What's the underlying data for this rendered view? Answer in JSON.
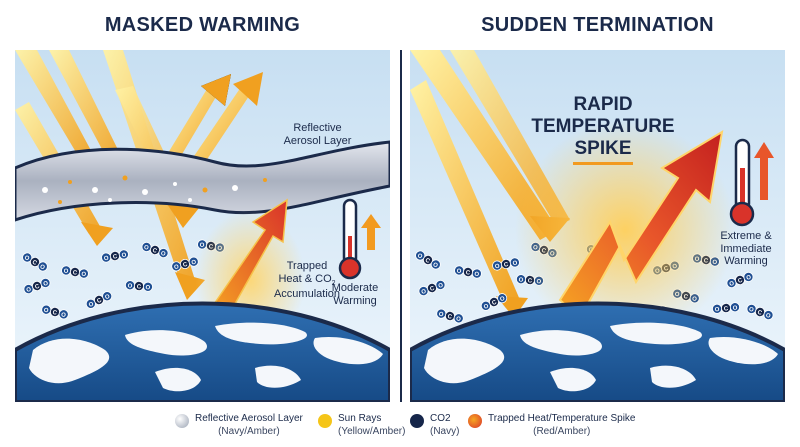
{
  "left_panel": {
    "title": "MASKED WARMING",
    "aerosol_label_1": "Reflective",
    "aerosol_label_2": "Aerosol Layer",
    "trapped_1": "Trapped",
    "trapped_2": "Heat & CO",
    "trapped_sub": "2",
    "trapped_3": "Accumulation",
    "moderate_1": "Moderate",
    "moderate_2": "Warming",
    "co2_glyph_c": "C",
    "co2_glyph_o": "O"
  },
  "right_panel": {
    "title": "SUDDEN TERMINATION",
    "spike_1": "RAPID",
    "spike_2": "TEMPERATURE",
    "spike_3": "SPIKE",
    "extreme_1": "Extreme &",
    "extreme_2": "Immediate",
    "extreme_3": "Warming"
  },
  "legend": [
    {
      "label": "Reflective Aerosol Layer",
      "sub": "(Navy/Amber)",
      "color": "#c9ccd4"
    },
    {
      "label": "Sun Rays",
      "sub": "(Yellow/Amber)",
      "color": "#f5c518"
    },
    {
      "label": "CO2",
      "sub": "(Navy)",
      "color": "#16264a"
    },
    {
      "label": "Trapped Heat/Temperature Spike",
      "sub": "(Red/Amber)",
      "color": "#d9332a"
    }
  ],
  "colors": {
    "navy": "#1b2a4a",
    "sky": "#d9ebf8",
    "ocean": "#2f6fb2",
    "sun": "#f5c518",
    "amber": "#f29a1f",
    "red": "#d9332a"
  }
}
